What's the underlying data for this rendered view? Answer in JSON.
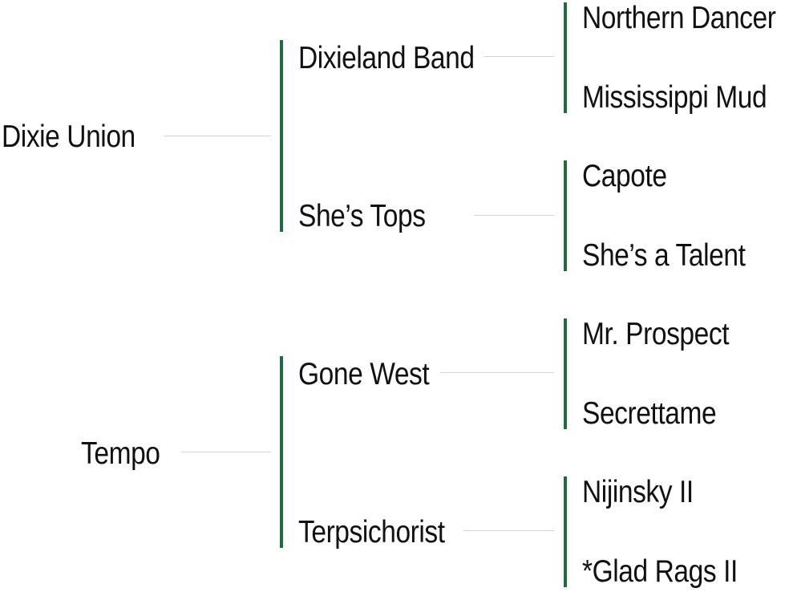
{
  "pedigree": {
    "sire": {
      "name": "Dixie Union",
      "sire": {
        "name": "Dixieland Band",
        "sire": "Northern Dancer",
        "dam": "Mississippi Mud"
      },
      "dam": {
        "name": "She’s Tops",
        "sire": "Capote",
        "dam": "She’s a Talent"
      }
    },
    "dam": {
      "name": "Tempo",
      "sire": {
        "name": "Gone West",
        "sire": "Mr. Prospect",
        "dam": "Secrettame"
      },
      "dam": {
        "name": "Terpsichorist",
        "sire": "Nijinsky II",
        "dam": "*Glad Rags II"
      }
    }
  },
  "colors": {
    "bracket": "#1f6b3d",
    "connector": "#d4d4d4",
    "text": "#111111"
  }
}
